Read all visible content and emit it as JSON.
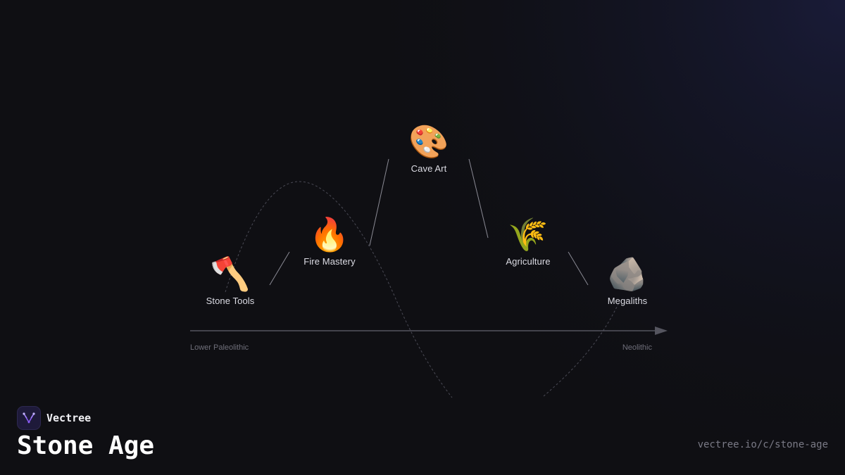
{
  "colors": {
    "background": "#0f0f13",
    "glow": "#1a1c3a",
    "axis": "#55555f",
    "connector": "#8a8a94",
    "curve": "#4a4a55",
    "brand_logo": "#8b5cf6"
  },
  "nodes": [
    {
      "id": "stone-tools",
      "icon": "axe-icon",
      "emoji": "🪓",
      "label": "Stone Tools"
    },
    {
      "id": "fire-mastery",
      "icon": "fire-icon",
      "emoji": "🔥",
      "label": "Fire Mastery"
    },
    {
      "id": "cave-art",
      "icon": "palette-icon",
      "emoji": "🎨",
      "label": "Cave Art"
    },
    {
      "id": "agriculture",
      "icon": "wheat-icon",
      "emoji": "🌾",
      "label": "Agriculture"
    },
    {
      "id": "megaliths",
      "icon": "rock-icon",
      "emoji": "🪨",
      "label": "Megaliths"
    }
  ],
  "timeline": {
    "start_label": "Lower Paleolithic",
    "end_label": "Neolithic"
  },
  "footer": {
    "brand": "Vectree",
    "title": "Stone Age",
    "url": "vectree.io/c/stone-age"
  }
}
